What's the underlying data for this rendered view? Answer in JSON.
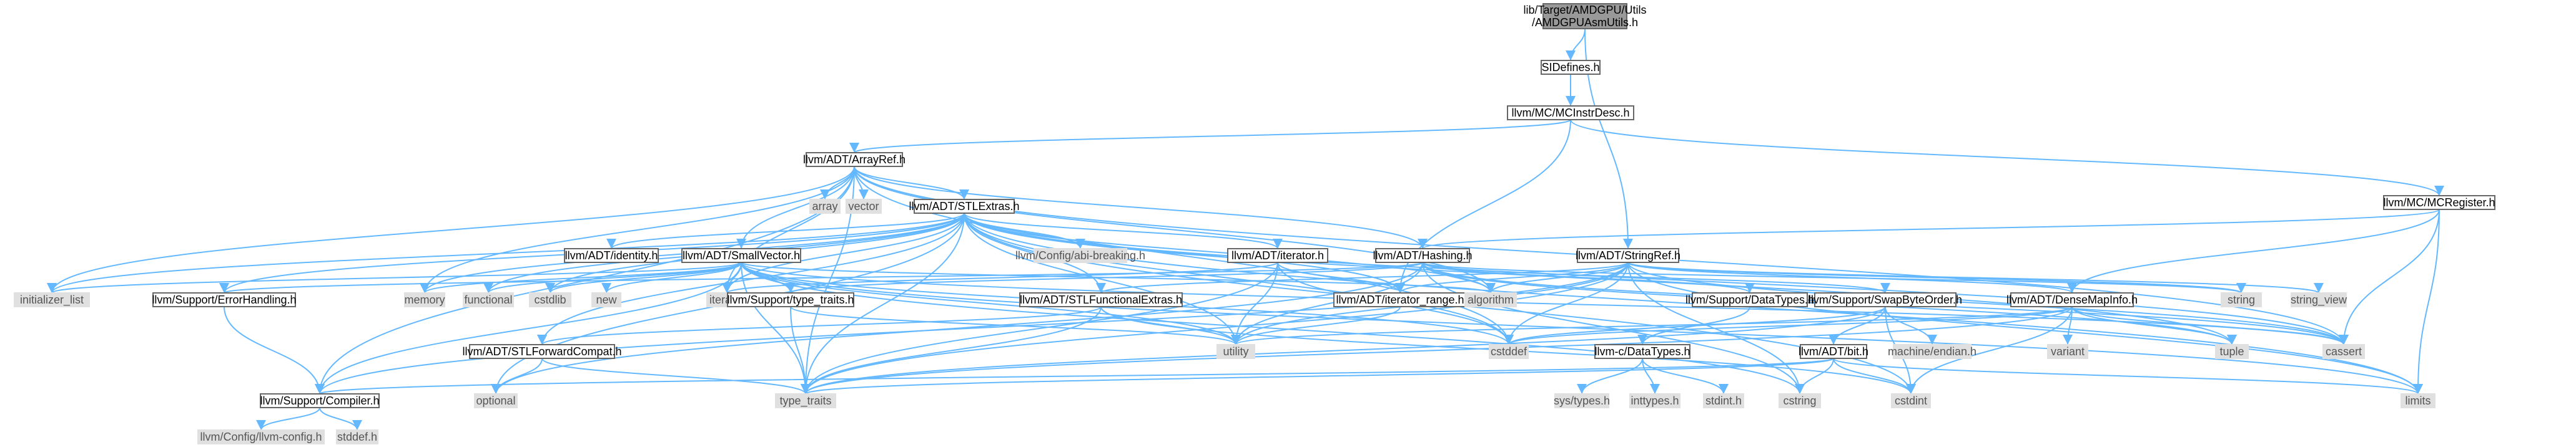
{
  "diagram": {
    "nodes": [
      {
        "id": "root",
        "lines": [
          "lib/Target/AMDGPU/Utils",
          "/AMDGPUAsmUtils.h"
        ],
        "kind": "root"
      },
      {
        "id": "SIDefines",
        "lines": [
          "SIDefines.h"
        ],
        "kind": "local"
      },
      {
        "id": "MCInstrDesc",
        "lines": [
          "llvm/MC/MCInstrDesc.h"
        ],
        "kind": "local"
      },
      {
        "id": "ArrayRef",
        "lines": [
          "llvm/ADT/ArrayRef.h"
        ],
        "kind": "local"
      },
      {
        "id": "MCRegister",
        "lines": [
          "llvm/MC/MCRegister.h"
        ],
        "kind": "local"
      },
      {
        "id": "array",
        "lines": [
          "array"
        ],
        "kind": "system"
      },
      {
        "id": "vector",
        "lines": [
          "vector"
        ],
        "kind": "system"
      },
      {
        "id": "STLExtras",
        "lines": [
          "llvm/ADT/STLExtras.h"
        ],
        "kind": "local"
      },
      {
        "id": "abi",
        "lines": [
          "llvm/Config/abi-breaking.h"
        ],
        "kind": "system"
      },
      {
        "id": "Hashing",
        "lines": [
          "llvm/ADT/Hashing.h"
        ],
        "kind": "local"
      },
      {
        "id": "StringRef",
        "lines": [
          "llvm/ADT/StringRef.h"
        ],
        "kind": "local"
      },
      {
        "id": "identity",
        "lines": [
          "llvm/ADT/identity.h"
        ],
        "kind": "local"
      },
      {
        "id": "SmallVector",
        "lines": [
          "llvm/ADT/SmallVector.h"
        ],
        "kind": "local"
      },
      {
        "id": "iterator",
        "lines": [
          "llvm/ADT/iterator.h"
        ],
        "kind": "local"
      },
      {
        "id": "initializer_list",
        "lines": [
          "initializer_list"
        ],
        "kind": "system"
      },
      {
        "id": "ErrorHandling",
        "lines": [
          "llvm/Support/ErrorHandling.h"
        ],
        "kind": "local"
      },
      {
        "id": "memory",
        "lines": [
          "memory"
        ],
        "kind": "system"
      },
      {
        "id": "functional",
        "lines": [
          "functional"
        ],
        "kind": "system"
      },
      {
        "id": "cstdlib",
        "lines": [
          "cstdlib"
        ],
        "kind": "system"
      },
      {
        "id": "new",
        "lines": [
          "new"
        ],
        "kind": "system"
      },
      {
        "id": "iteratorstd",
        "lines": [
          "iterator"
        ],
        "kind": "system"
      },
      {
        "id": "type_traits_h",
        "lines": [
          "llvm/Support/type_traits.h"
        ],
        "kind": "local"
      },
      {
        "id": "STLFunctionalExtras",
        "lines": [
          "llvm/ADT/STLFunctionalExtras.h"
        ],
        "kind": "local"
      },
      {
        "id": "iterator_range",
        "lines": [
          "llvm/ADT/iterator_range.h"
        ],
        "kind": "local"
      },
      {
        "id": "algorithm",
        "lines": [
          "algorithm"
        ],
        "kind": "system"
      },
      {
        "id": "DataTypesSup",
        "lines": [
          "llvm/Support/DataTypes.h"
        ],
        "kind": "local"
      },
      {
        "id": "SwapByteOrder",
        "lines": [
          "llvm/Support/SwapByteOrder.h"
        ],
        "kind": "local"
      },
      {
        "id": "DenseMapInfo",
        "lines": [
          "llvm/ADT/DenseMapInfo.h"
        ],
        "kind": "local"
      },
      {
        "id": "string",
        "lines": [
          "string"
        ],
        "kind": "system"
      },
      {
        "id": "string_view",
        "lines": [
          "string_view"
        ],
        "kind": "system"
      },
      {
        "id": "STLForwardCompat",
        "lines": [
          "llvm/ADT/STLForwardCompat.h"
        ],
        "kind": "local"
      },
      {
        "id": "utility",
        "lines": [
          "utility"
        ],
        "kind": "system"
      },
      {
        "id": "cstddef",
        "lines": [
          "cstddef"
        ],
        "kind": "system"
      },
      {
        "id": "llvmcDataTypes",
        "lines": [
          "llvm-c/DataTypes.h"
        ],
        "kind": "local"
      },
      {
        "id": "bit",
        "lines": [
          "llvm/ADT/bit.h"
        ],
        "kind": "local"
      },
      {
        "id": "endian",
        "lines": [
          "machine/endian.h"
        ],
        "kind": "system"
      },
      {
        "id": "variant",
        "lines": [
          "variant"
        ],
        "kind": "system"
      },
      {
        "id": "tuple",
        "lines": [
          "tuple"
        ],
        "kind": "system"
      },
      {
        "id": "cassert",
        "lines": [
          "cassert"
        ],
        "kind": "system"
      },
      {
        "id": "Compiler",
        "lines": [
          "llvm/Support/Compiler.h"
        ],
        "kind": "local"
      },
      {
        "id": "optional",
        "lines": [
          "optional"
        ],
        "kind": "system"
      },
      {
        "id": "type_traits",
        "lines": [
          "type_traits"
        ],
        "kind": "system"
      },
      {
        "id": "systypes",
        "lines": [
          "sys/types.h"
        ],
        "kind": "system"
      },
      {
        "id": "inttypes",
        "lines": [
          "inttypes.h"
        ],
        "kind": "system"
      },
      {
        "id": "stdint",
        "lines": [
          "stdint.h"
        ],
        "kind": "system"
      },
      {
        "id": "cstring",
        "lines": [
          "cstring"
        ],
        "kind": "system"
      },
      {
        "id": "cstdint",
        "lines": [
          "cstdint"
        ],
        "kind": "system"
      },
      {
        "id": "limits",
        "lines": [
          "limits"
        ],
        "kind": "system"
      },
      {
        "id": "llvmconfig",
        "lines": [
          "llvm/Config/llvm-config.h"
        ],
        "kind": "system"
      },
      {
        "id": "stddef",
        "lines": [
          "stddef.h"
        ],
        "kind": "system"
      }
    ],
    "edges": [
      [
        "root",
        "SIDefines"
      ],
      [
        "root",
        "StringRef"
      ],
      [
        "SIDefines",
        "MCInstrDesc"
      ],
      [
        "MCInstrDesc",
        "ArrayRef"
      ],
      [
        "MCInstrDesc",
        "MCRegister"
      ],
      [
        "MCInstrDesc",
        "iterator_range"
      ],
      [
        "MCRegister",
        "Hashing"
      ],
      [
        "MCRegister",
        "DenseMapInfo"
      ],
      [
        "MCRegister",
        "cassert"
      ],
      [
        "MCRegister",
        "limits"
      ],
      [
        "ArrayRef",
        "Hashing"
      ],
      [
        "ArrayRef",
        "SmallVector"
      ],
      [
        "ArrayRef",
        "STLExtras"
      ],
      [
        "ArrayRef",
        "Compiler"
      ],
      [
        "ArrayRef",
        "algorithm"
      ],
      [
        "ArrayRef",
        "array"
      ],
      [
        "ArrayRef",
        "cassert"
      ],
      [
        "ArrayRef",
        "cstddef"
      ],
      [
        "ArrayRef",
        "initializer_list"
      ],
      [
        "ArrayRef",
        "iteratorstd"
      ],
      [
        "ArrayRef",
        "memory"
      ],
      [
        "ArrayRef",
        "type_traits"
      ],
      [
        "ArrayRef",
        "vector"
      ],
      [
        "STLExtras",
        "ADTSTLForwardCompat"
      ],
      [
        "STLExtras",
        "STLForwardCompat"
      ],
      [
        "STLExtras",
        "STLFunctionalExtras"
      ],
      [
        "STLExtras",
        "identity"
      ],
      [
        "STLExtras",
        "iterator"
      ],
      [
        "STLExtras",
        "iterator_range"
      ],
      [
        "STLExtras",
        "abi"
      ],
      [
        "STLExtras",
        "ErrorHandling"
      ],
      [
        "STLExtras",
        "algorithm"
      ],
      [
        "STLExtras",
        "cassert"
      ],
      [
        "STLExtras",
        "cstddef"
      ],
      [
        "STLExtras",
        "cstdint"
      ],
      [
        "STLExtras",
        "cstdlib"
      ],
      [
        "STLExtras",
        "functional"
      ],
      [
        "STLExtras",
        "initializer_list"
      ],
      [
        "STLExtras",
        "iteratorstd"
      ],
      [
        "STLExtras",
        "limits"
      ],
      [
        "STLExtras",
        "memory"
      ],
      [
        "STLExtras",
        "optional"
      ],
      [
        "STLExtras",
        "tuple"
      ],
      [
        "STLExtras",
        "type_traits"
      ],
      [
        "STLExtras",
        "utility"
      ],
      [
        "Hashing",
        "ErrorHandling"
      ],
      [
        "Hashing",
        "DataTypesSup"
      ],
      [
        "Hashing",
        "SwapByteOrder"
      ],
      [
        "Hashing",
        "type_traits_h"
      ],
      [
        "Hashing",
        "algorithm"
      ],
      [
        "Hashing",
        "cassert"
      ],
      [
        "Hashing",
        "cstring"
      ],
      [
        "Hashing",
        "optional"
      ],
      [
        "Hashing",
        "string"
      ],
      [
        "Hashing",
        "tuple"
      ],
      [
        "Hashing",
        "utility"
      ],
      [
        "StringRef",
        "DenseMapInfo"
      ],
      [
        "StringRef",
        "STLFunctionalExtras"
      ],
      [
        "StringRef",
        "iterator_range"
      ],
      [
        "StringRef",
        "Compiler"
      ],
      [
        "StringRef",
        "algorithm"
      ],
      [
        "StringRef",
        "cassert"
      ],
      [
        "StringRef",
        "cstddef"
      ],
      [
        "StringRef",
        "cstring"
      ],
      [
        "StringRef",
        "limits"
      ],
      [
        "StringRef",
        "string"
      ],
      [
        "StringRef",
        "string_view"
      ],
      [
        "StringRef",
        "type_traits"
      ],
      [
        "StringRef",
        "utility"
      ],
      [
        "SmallVector",
        "Compiler"
      ],
      [
        "SmallVector",
        "type_traits_h"
      ],
      [
        "SmallVector",
        "algorithm"
      ],
      [
        "SmallVector",
        "cassert"
      ],
      [
        "SmallVector",
        "cstddef"
      ],
      [
        "SmallVector",
        "cstdlib"
      ],
      [
        "SmallVector",
        "cstring"
      ],
      [
        "SmallVector",
        "functional"
      ],
      [
        "SmallVector",
        "initializer_list"
      ],
      [
        "SmallVector",
        "iteratorstd"
      ],
      [
        "SmallVector",
        "limits"
      ],
      [
        "SmallVector",
        "memory"
      ],
      [
        "SmallVector",
        "new"
      ],
      [
        "SmallVector",
        "type_traits"
      ],
      [
        "SmallVector",
        "utility"
      ],
      [
        "iterator",
        "iterator_range"
      ],
      [
        "iterator",
        "cstddef"
      ],
      [
        "iterator",
        "iteratorstd"
      ],
      [
        "iterator",
        "type_traits"
      ],
      [
        "iterator",
        "utility"
      ],
      [
        "type_traits_h",
        "type_traits"
      ],
      [
        "type_traits_h",
        "utility"
      ],
      [
        "STLFunctionalExtras",
        "STLForwardCompat"
      ],
      [
        "STLFunctionalExtras",
        "cstdint"
      ],
      [
        "STLFunctionalExtras",
        "type_traits"
      ],
      [
        "STLFunctionalExtras",
        "utility"
      ],
      [
        "iterator_range",
        "utility"
      ],
      [
        "STLForwardCompat",
        "optional"
      ],
      [
        "STLForwardCompat",
        "type_traits"
      ],
      [
        "ErrorHandling",
        "Compiler"
      ],
      [
        "DataTypesSup",
        "llvmcDataTypes"
      ],
      [
        "llvmcDataTypes",
        "inttypes"
      ],
      [
        "llvmcDataTypes",
        "stdint"
      ],
      [
        "llvmcDataTypes",
        "systypes"
      ],
      [
        "SwapByteOrder",
        "bit"
      ],
      [
        "SwapByteOrder",
        "cstddef"
      ],
      [
        "SwapByteOrder",
        "cstdint"
      ],
      [
        "SwapByteOrder",
        "type_traits"
      ],
      [
        "SwapByteOrder",
        "endian"
      ],
      [
        "bit",
        "Compiler"
      ],
      [
        "bit",
        "cstdint"
      ],
      [
        "bit",
        "limits"
      ],
      [
        "bit",
        "type_traits"
      ],
      [
        "bit",
        "cstring"
      ],
      [
        "DenseMapInfo",
        "cassert"
      ],
      [
        "DenseMapInfo",
        "cstddef"
      ],
      [
        "DenseMapInfo",
        "cstdint"
      ],
      [
        "DenseMapInfo",
        "tuple"
      ],
      [
        "DenseMapInfo",
        "type_traits"
      ],
      [
        "DenseMapInfo",
        "utility"
      ],
      [
        "DenseMapInfo",
        "variant"
      ],
      [
        "Compiler",
        "llvmconfig"
      ],
      [
        "Compiler",
        "stddef"
      ]
    ]
  }
}
